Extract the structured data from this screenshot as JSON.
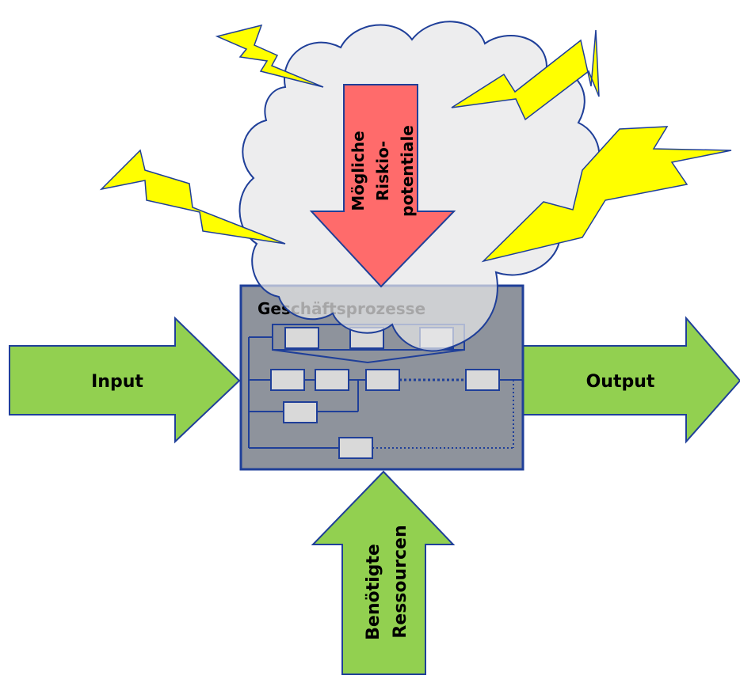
{
  "labels": {
    "process_title": "Geschäftsprozesse",
    "input": "Input",
    "output": "Output",
    "resources_line1": "Benötigte",
    "resources_line2": "Ressourcen",
    "risk_line1": "Mögliche",
    "risk_line2": "Riskio-",
    "risk_line3": "potentiale"
  },
  "colors": {
    "arrow_green": "#92d050",
    "arrow_outline": "#1f3f99",
    "risk_arrow": "#ff6b6b",
    "lightning": "#ffff00",
    "cloud": "#e6e6e8",
    "process_box": "#8e939c",
    "task_box": "#d9d9d9"
  }
}
